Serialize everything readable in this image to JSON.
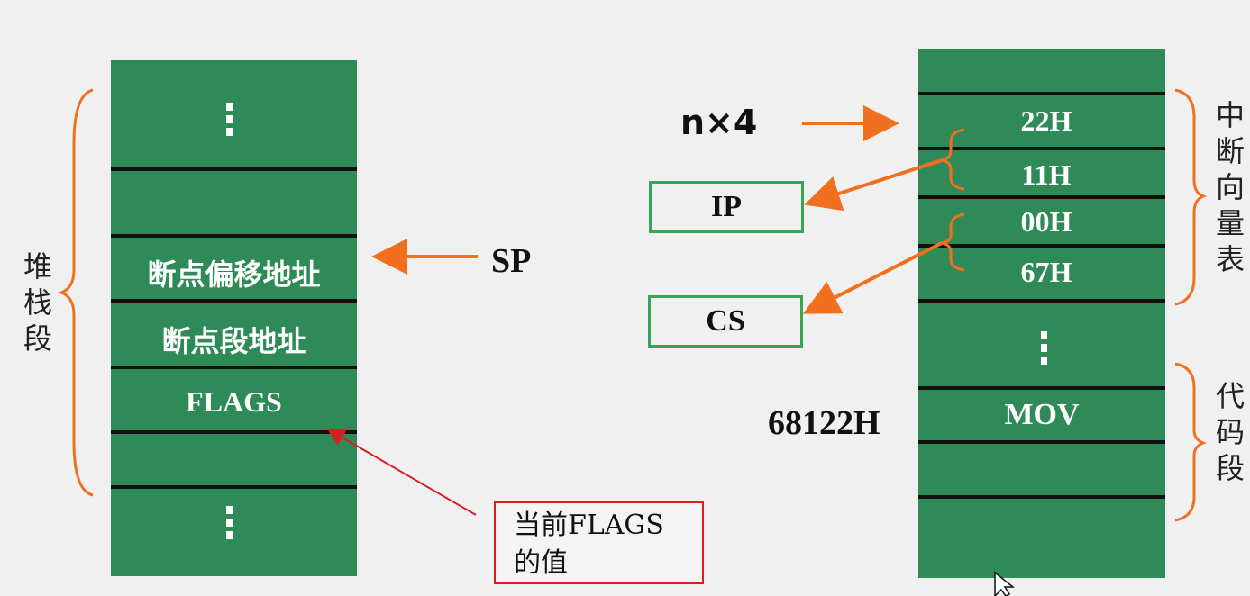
{
  "stack": {
    "label_chars": [
      "堆",
      "栈",
      "段"
    ],
    "cells": [
      "断点偏移地址",
      "断点段地址",
      "FLAGS"
    ],
    "pointer": "SP"
  },
  "note": {
    "line1": "当前FLAGS",
    "line2": "的值"
  },
  "ivt": {
    "label_chars": [
      "中",
      "断",
      "向",
      "量",
      "表"
    ],
    "offset_label": "n×4",
    "bytes": [
      "22H",
      "11H",
      "00H",
      "67H"
    ],
    "registers": [
      "IP",
      "CS"
    ]
  },
  "code": {
    "label_chars": [
      "代",
      "码",
      "段"
    ],
    "address": "68122H",
    "instruction": "MOV"
  },
  "colors": {
    "cell_green": "#2e8b57",
    "arrow_orange": "#f07020",
    "note_red": "#d62020",
    "register_border": "#3aa356"
  }
}
